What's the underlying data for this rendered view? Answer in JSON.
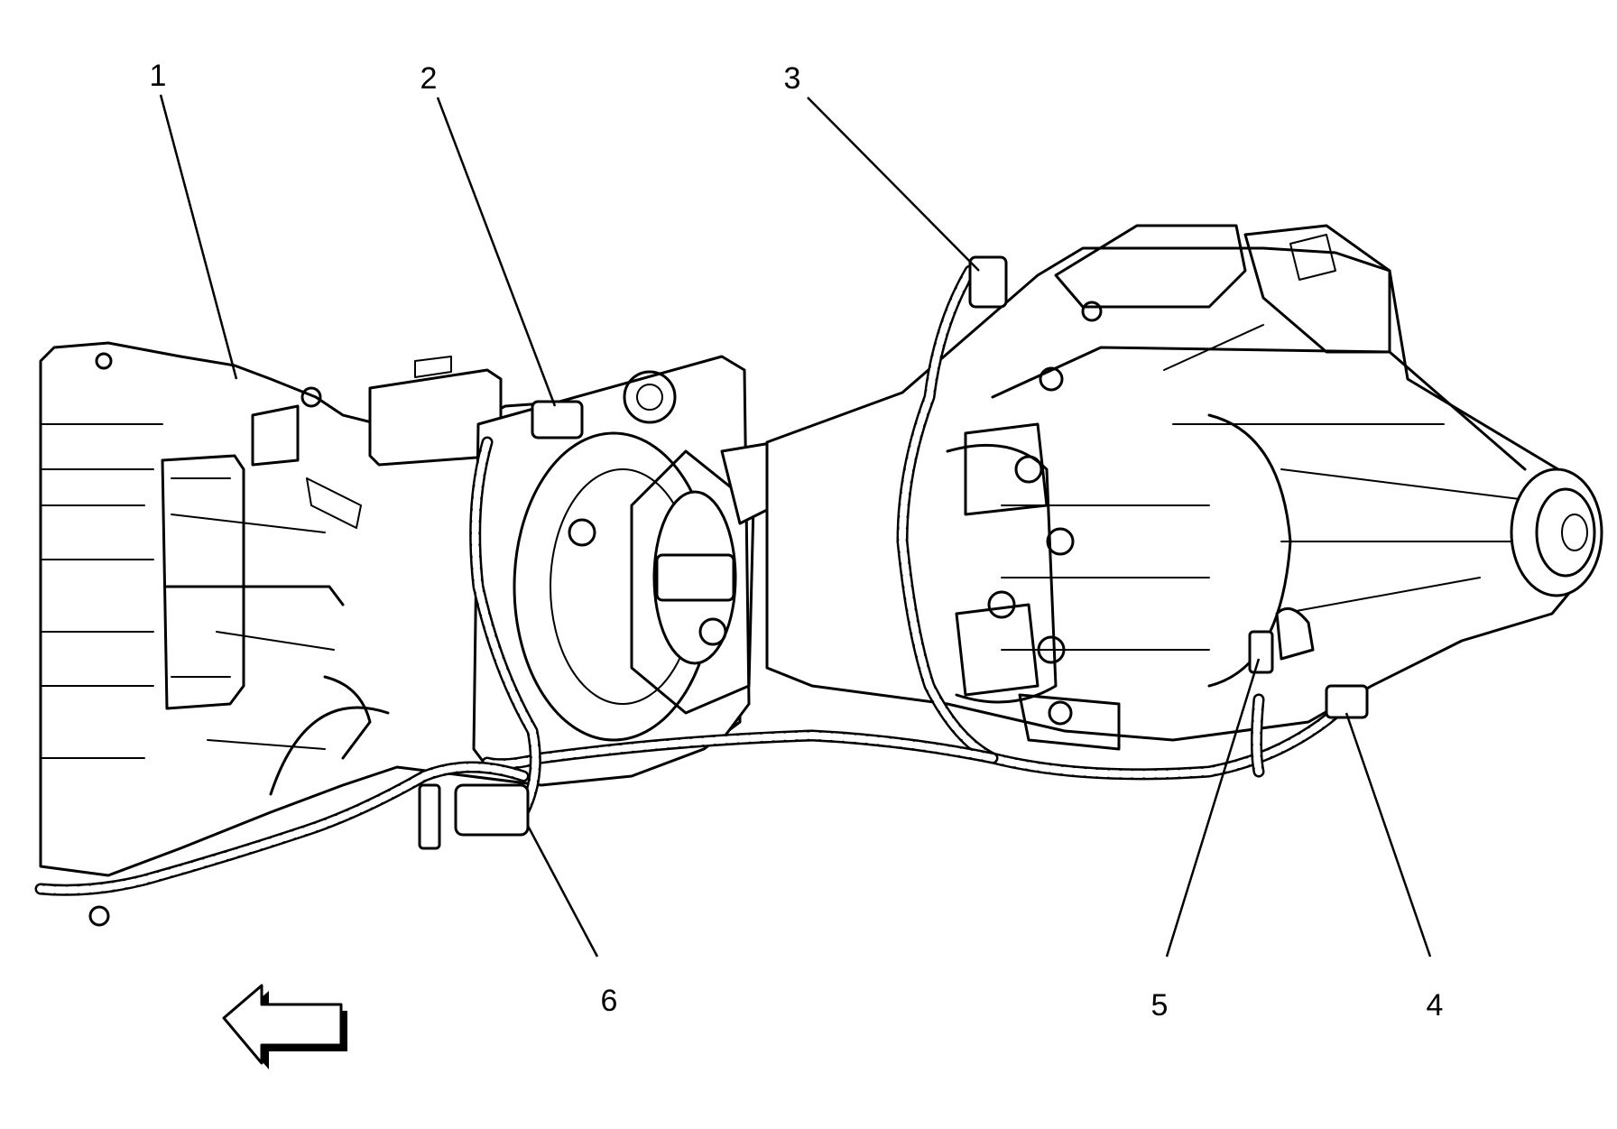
{
  "callouts": [
    {
      "id": "1",
      "label": "1"
    },
    {
      "id": "2",
      "label": "2"
    },
    {
      "id": "3",
      "label": "3"
    },
    {
      "id": "4",
      "label": "4"
    },
    {
      "id": "5",
      "label": "5"
    },
    {
      "id": "6",
      "label": "6"
    }
  ],
  "direction_arrow": {
    "icon": "front-direction-arrow-icon",
    "points": "left"
  },
  "colors": {
    "line": "#000000",
    "background": "#ffffff"
  }
}
